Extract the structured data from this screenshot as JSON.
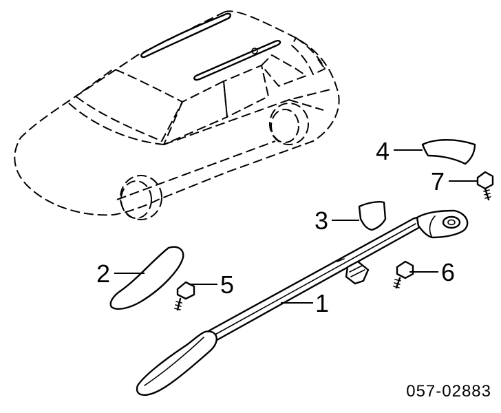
{
  "diagram": {
    "callouts": [
      {
        "id": "1",
        "label": "1"
      },
      {
        "id": "2",
        "label": "2"
      },
      {
        "id": "3",
        "label": "3"
      },
      {
        "id": "4",
        "label": "4"
      },
      {
        "id": "5",
        "label": "5"
      },
      {
        "id": "6",
        "label": "6"
      },
      {
        "id": "7",
        "label": "7"
      }
    ],
    "diagram_code": "057-02883"
  }
}
